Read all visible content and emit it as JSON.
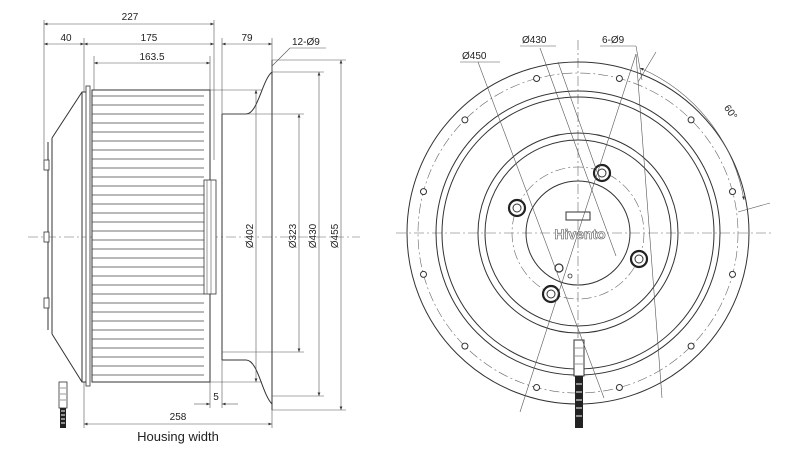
{
  "side_view": {
    "dimensions": {
      "overall_width": "227",
      "flange_offset": "40",
      "wheel_width": "175",
      "blade_width": "163.5",
      "inlet_depth": "79",
      "hole_callout": "12-Ø9",
      "dia_402": "Ø402",
      "dia_323": "Ø323",
      "dia_430": "Ø430",
      "dia_455": "Ø455",
      "gap": "5",
      "housing_width_value": "258"
    },
    "caption": "Housing width"
  },
  "front_view": {
    "dimensions": {
      "dia_450": "Ø450",
      "dia_430": "Ø430",
      "hole_callout": "6-Ø9",
      "angle": "60°"
    },
    "logo_text": "Hivento"
  }
}
